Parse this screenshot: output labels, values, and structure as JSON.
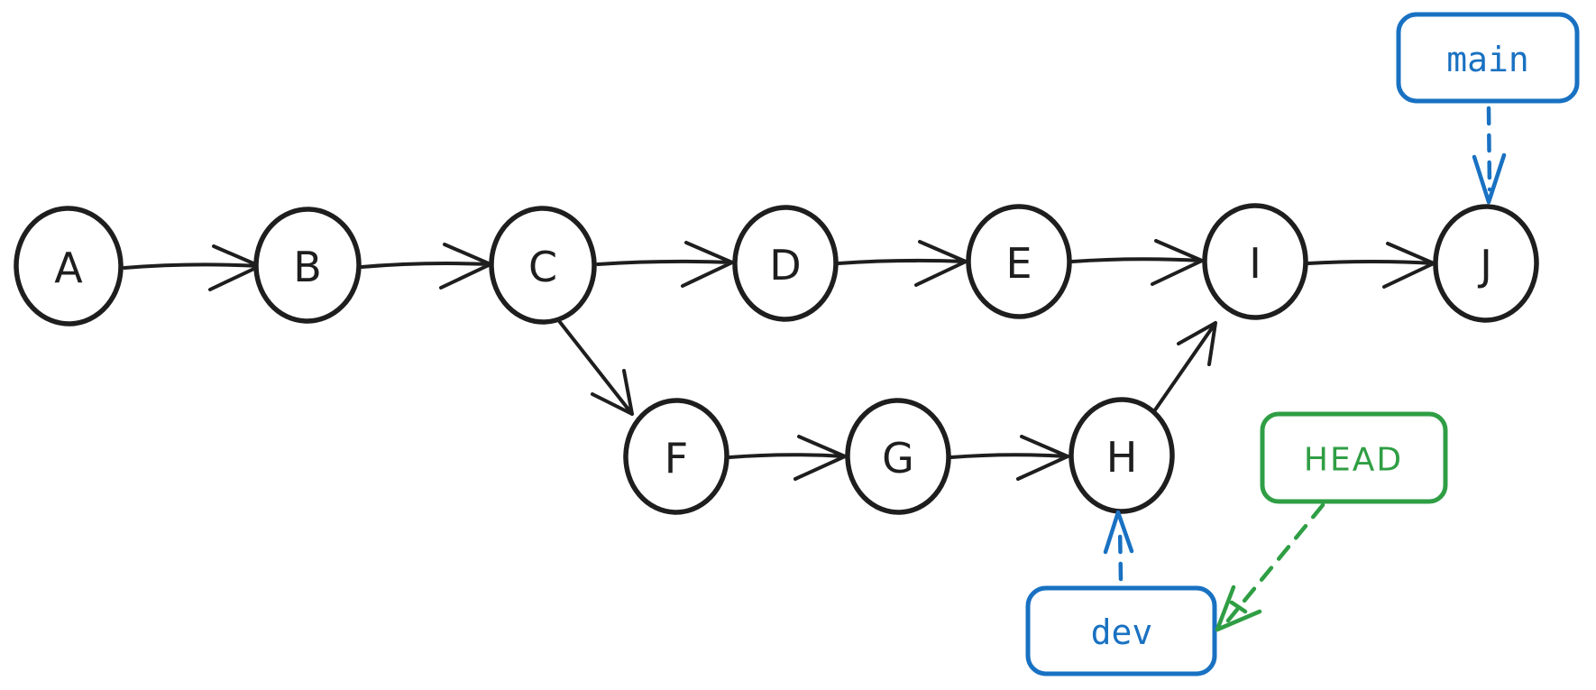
{
  "colors": {
    "ink": "#1e1e1e",
    "branch_pointer_blue": "#1971c2",
    "head_pointer_green": "#2f9e44",
    "background": "#ffffff"
  },
  "graph": {
    "nodes": [
      {
        "label": "A"
      },
      {
        "label": "B"
      },
      {
        "label": "C"
      },
      {
        "label": "D"
      },
      {
        "label": "E"
      },
      {
        "label": "F"
      },
      {
        "label": "G"
      },
      {
        "label": "H"
      },
      {
        "label": "I"
      },
      {
        "label": "J"
      }
    ],
    "edges": [
      {
        "from": "A",
        "to": "B"
      },
      {
        "from": "B",
        "to": "C"
      },
      {
        "from": "C",
        "to": "D"
      },
      {
        "from": "D",
        "to": "E"
      },
      {
        "from": "E",
        "to": "I"
      },
      {
        "from": "I",
        "to": "J"
      },
      {
        "from": "C",
        "to": "F"
      },
      {
        "from": "F",
        "to": "G"
      },
      {
        "from": "G",
        "to": "H"
      },
      {
        "from": "H",
        "to": "I"
      }
    ]
  },
  "refs": {
    "main": {
      "label": "main",
      "points_to": "J",
      "color": "#1971c2",
      "line_style": "dashed"
    },
    "dev": {
      "label": "dev",
      "points_to": "H",
      "color": "#1971c2",
      "line_style": "dashed"
    },
    "head": {
      "label": "HEAD",
      "points_to": "dev",
      "color": "#2f9e44",
      "line_style": "dashed"
    }
  }
}
